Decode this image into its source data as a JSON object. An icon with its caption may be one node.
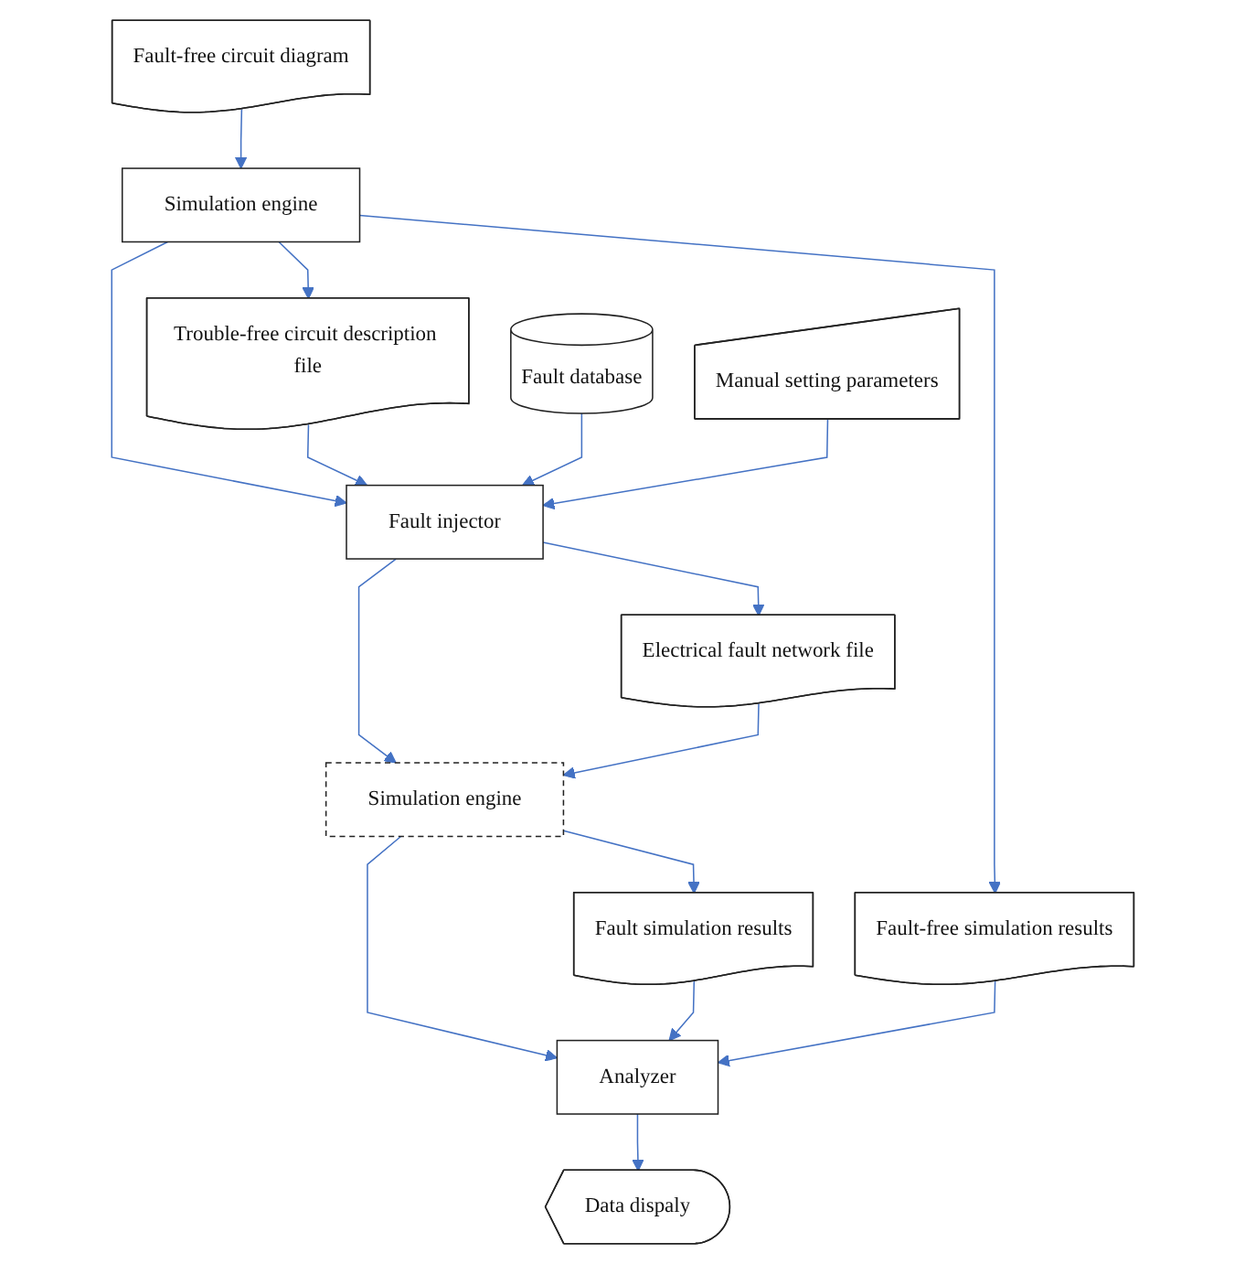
{
  "diagram": {
    "nodes": [
      {
        "text": [
          "Fault-free circuit diagram"
        ]
      },
      {
        "text": [
          "Simulation engine"
        ]
      },
      {
        "text": [
          "Fault-free simulation results"
        ]
      },
      {
        "text": [
          "Trouble-free circuit description file"
        ]
      },
      {
        "text": [
          "Fault database"
        ]
      },
      {
        "text": [
          "Fault injector"
        ]
      },
      {
        "text": [
          "Electrical fault network file"
        ]
      },
      {
        "text": [
          "Manual setting parameters"
        ]
      },
      {
        "text": [
          "Simulation engine"
        ]
      },
      {
        "text": [
          "Fault simulation results"
        ]
      },
      {
        "text": [
          "Analyzer"
        ]
      },
      {
        "text": [
          "Data dispaly"
        ]
      }
    ],
    "edges": [
      {
        "from": 0,
        "to": 1,
        "arrow": "to"
      },
      {
        "from": 1,
        "to": 2,
        "arrow": "to"
      },
      {
        "from": 1,
        "to": 3,
        "arrow": "to"
      },
      {
        "from": 1,
        "to": 5,
        "arrow": "to"
      },
      {
        "from": 3,
        "to": 5,
        "arrow": "to"
      },
      {
        "from": 4,
        "to": 5,
        "arrow": "to"
      },
      {
        "from": 7,
        "to": 5,
        "arrow": "to"
      },
      {
        "from": 5,
        "to": 6,
        "arrow": "to"
      },
      {
        "from": 5,
        "to": 8,
        "arrow": "to"
      },
      {
        "from": 6,
        "to": 8,
        "arrow": "to"
      },
      {
        "from": 8,
        "to": 9,
        "arrow": "to"
      },
      {
        "from": 8,
        "to": 10,
        "arrow": "to"
      },
      {
        "from": 9,
        "to": 10,
        "arrow": "to"
      },
      {
        "from": 2,
        "to": 10,
        "arrow": "to"
      },
      {
        "from": 10,
        "to": 11,
        "arrow": "to"
      }
    ]
  }
}
